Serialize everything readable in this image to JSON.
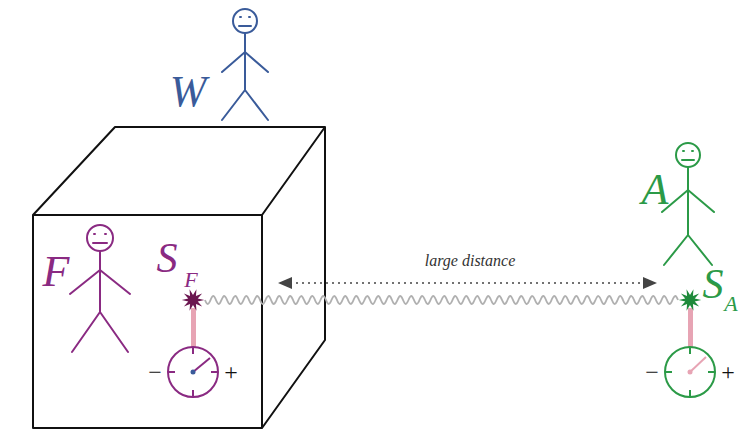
{
  "diagram": {
    "nodes": [
      {
        "text": [
          "S",
          "F"
        ]
      },
      {
        "text": [
          "S",
          "A"
        ]
      }
    ],
    "edges": [
      {
        "from": 0,
        "to": 1,
        "arrow": "none"
      }
    ],
    "labels": [
      "W",
      "F",
      "A",
      "large distance",
      "−",
      "+",
      "−",
      "+"
    ]
  }
}
